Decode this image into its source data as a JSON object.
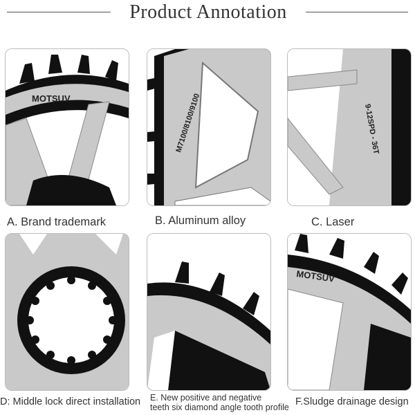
{
  "header": {
    "title": "Product Annotation"
  },
  "panels": [
    {
      "caption": "A. Brand trademark",
      "engraving": "MOTSUV"
    },
    {
      "caption": "B. Aluminum alloy",
      "engraving": "M7100/8100/9100"
    },
    {
      "caption": "C. Laser",
      "engraving": "9-12SPD - 36T"
    },
    {
      "caption": "D: Middle lock direct installation"
    },
    {
      "caption_line1": "E. New positive and negative",
      "caption_line2": "teeth six diamond angle tooth profile"
    },
    {
      "caption": "F.Sludge drainage design",
      "engraving": "MOTSUV"
    }
  ],
  "colors": {
    "metal": "#c9c9c9",
    "black": "#111111",
    "frame": "#bbbbbb"
  }
}
